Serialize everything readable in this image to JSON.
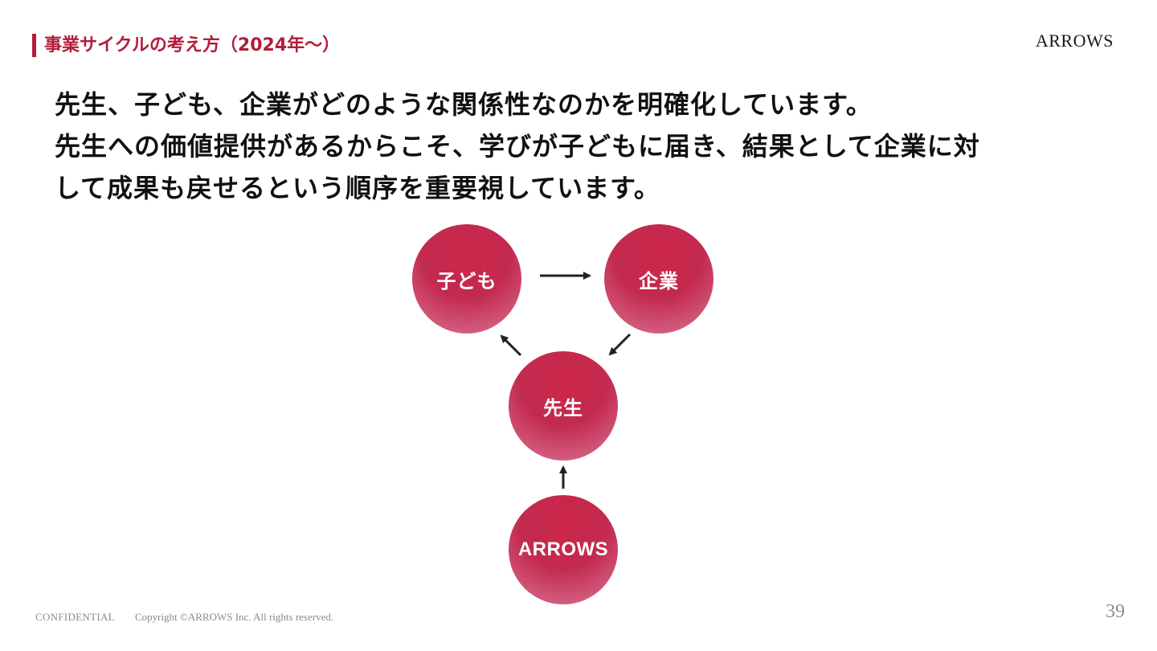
{
  "header": {
    "section_title": "事業サイクルの考え方（2024年〜）",
    "brand": "ARROWS",
    "accent_color": "#b01e3c"
  },
  "message": {
    "lines": [
      "先生、子ども、企業がどのような関係性なのかを明確化しています。",
      "先生への価値提供があるからこそ、学びが子どもに届き、結果として企業に対",
      "して成果も戻せるという順序を重要視しています。"
    ]
  },
  "diagram": {
    "nodes": {
      "child": "子ども",
      "company": "企業",
      "teacher": "先生",
      "arrows": "ARROWS"
    },
    "edges": [
      {
        "from": "child",
        "to": "company"
      },
      {
        "from": "company",
        "to": "teacher"
      },
      {
        "from": "teacher",
        "to": "child"
      },
      {
        "from": "arrows",
        "to": "teacher"
      }
    ],
    "node_color": "#c22a4f"
  },
  "footer": {
    "confidential": "CONFIDENTIAL",
    "copyright": "Copyright ©ARROWS Inc. All rights reserved.",
    "page_number": "39"
  }
}
